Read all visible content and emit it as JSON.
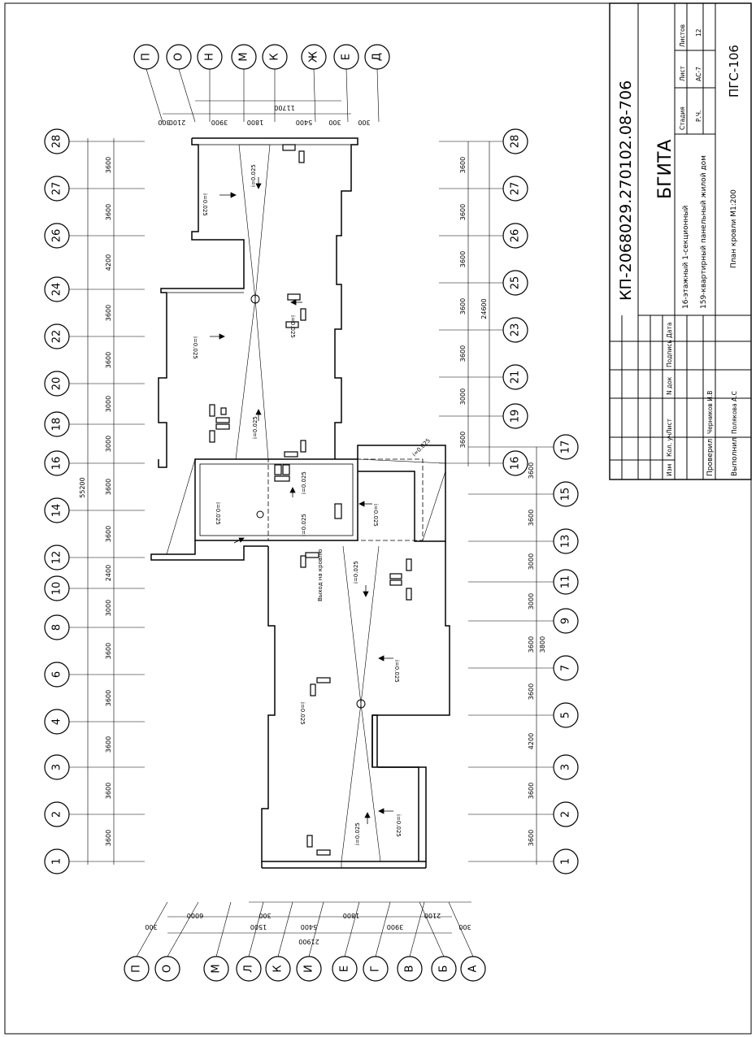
{
  "title_block": {
    "doc_code": "КП-2068029.270102.08-706",
    "org": "БГИТА",
    "project_line1": "16-этажный 1-секционный",
    "project_line2": "159-квартирный панельный жилой дом",
    "sheet_title": "План кровли М1:200",
    "stage_hdr": "Стадия",
    "sheet_hdr": "Лист",
    "sheets_hdr": "Листов",
    "stage": "Р.Ч.",
    "sheet": "АС-7",
    "sheets": "12",
    "sheet_code": "ПГС-106",
    "rev_cols": [
      "Изм",
      "Кол. уч",
      "Лист",
      "N док",
      "Подпись",
      "Дата"
    ],
    "checked_role": "Проверил",
    "checked_name": "Черников И.В",
    "made_role": "Выполнил",
    "made_name": "Полякова А.С"
  },
  "axes_left": [
    "28",
    "27",
    "26",
    "24",
    "22",
    "20",
    "18",
    "16",
    "14",
    "12",
    "10",
    "8",
    "6",
    "4",
    "3",
    "2",
    "1"
  ],
  "axes_left_dims": [
    "3600",
    "3600",
    "4200",
    "3600",
    "3600",
    "3000",
    "3000",
    "3600",
    "3600",
    "2400",
    "3000",
    "3600",
    "3600",
    "3600",
    "3600",
    "3600"
  ],
  "axes_left_total": "55200",
  "axes_right": [
    "28",
    "27",
    "26",
    "25",
    "23",
    "21",
    "19",
    "16",
    "17",
    "15",
    "13",
    "11",
    "9",
    "7",
    "5",
    "3",
    "2",
    "1"
  ],
  "axes_right_dims_upper": [
    "3600",
    "3600",
    "3600",
    "3600",
    "3600",
    "3000",
    "3600"
  ],
  "axes_right_total_upper": "24600",
  "axes_right_dims_lower": [
    "3600",
    "3600",
    "3000",
    "3000",
    "3600",
    "3600",
    "4200",
    "3600",
    "3600"
  ],
  "axes_right_extra": "3800",
  "axes_top": [
    "П",
    "О",
    "Н",
    "М",
    "К",
    "Ж",
    "Е",
    "Д"
  ],
  "axes_top_dims": [
    "300",
    "2100",
    "3900",
    "1800",
    "5400",
    "300",
    "300"
  ],
  "axes_top_total": "11700",
  "axes_bottom": [
    "П",
    "О",
    "М",
    "Л",
    "К",
    "И",
    "Е",
    "Г",
    "В",
    "Б",
    "А"
  ],
  "axes_bottom_dims": [
    "300",
    "6000",
    "1500",
    "300",
    "5400",
    "1800",
    "3900",
    "2100",
    "300"
  ],
  "axes_bottom_total": "21900",
  "slopes": [
    "i=0.025",
    "i=0.025",
    "i=0.025",
    "i=0.025",
    "i=0.025",
    "i=0.025",
    "i=0.025",
    "i=0.025",
    "i=0.025",
    "i=0.025",
    "i=0.025",
    "i=0.025",
    "i=0.025",
    "i=0.025",
    "i=0.025"
  ],
  "roof_exit_label": "Выход на кровлю"
}
